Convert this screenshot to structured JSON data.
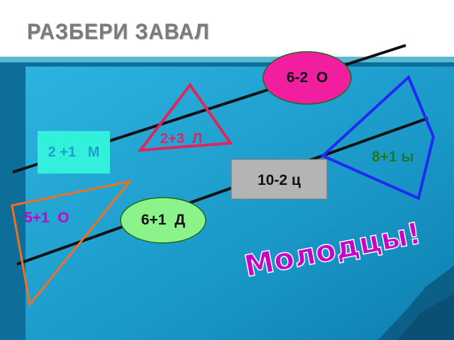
{
  "title": "РАЗБЕРИ ЗАВАЛ",
  "cards": {
    "top_ellipse": "6-2  О",
    "triangle_pink": "2+3  Л",
    "square_cyan": "2 +1   М",
    "triangle_blue": "8+1 ы",
    "rect_gray": "10-2 ц",
    "triangle_orange": "5+1  О",
    "ellipse_green": "6+1  Д"
  },
  "praise": "Молодцы!",
  "colors": {
    "panel": "#1a9fcf",
    "panel_dark": "#0b6f96",
    "pink": "#e0245e",
    "blue": "#1f2bf0",
    "orange": "#f07020",
    "cyan": "#33f0dc",
    "ellipse_pink": "#f21ea0",
    "ellipse_green": "#8cf28a",
    "gray": "#b4b4b4",
    "praise": "#c800c8"
  }
}
